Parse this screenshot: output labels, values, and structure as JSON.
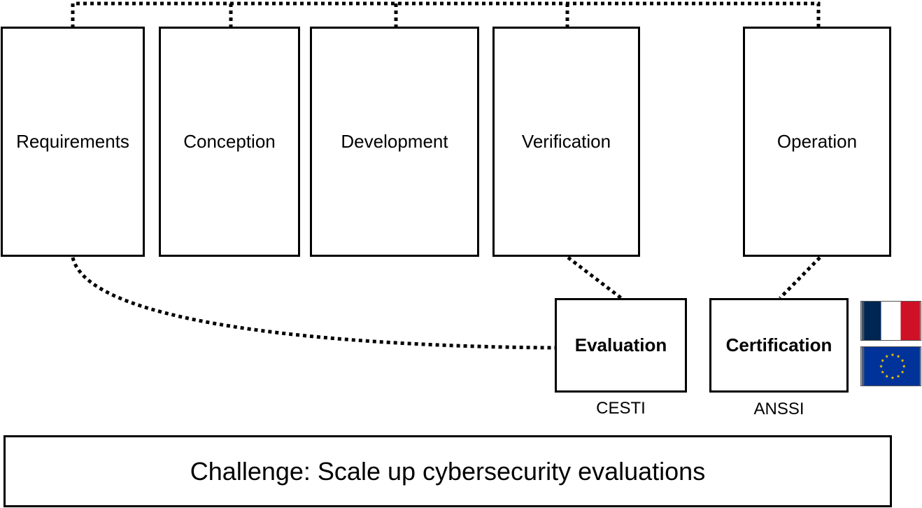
{
  "phases": [
    {
      "id": "requirements",
      "label": "Requirements"
    },
    {
      "id": "conception",
      "label": "Conception"
    },
    {
      "id": "development",
      "label": "Development"
    },
    {
      "id": "verification",
      "label": "Verification"
    },
    {
      "id": "operation",
      "label": "Operation"
    }
  ],
  "evaluation": {
    "label": "Evaluation",
    "caption": "CESTI"
  },
  "certification": {
    "label": "Certification",
    "caption": "ANSSI"
  },
  "challenge": {
    "label": "Challenge: Scale up cybersecurity evaluations"
  },
  "flags": {
    "france": {
      "colors": [
        "#002654",
        "#ffffff",
        "#ce1126"
      ]
    },
    "eu": {
      "background": "#003399",
      "stars": "#ffcc00"
    }
  },
  "connector_color": "#000000"
}
